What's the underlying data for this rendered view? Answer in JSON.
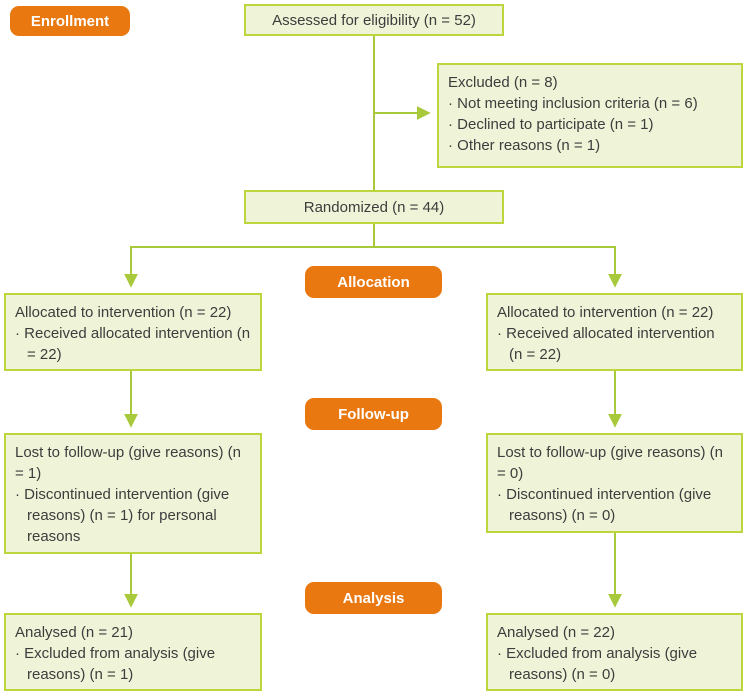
{
  "colors": {
    "phase_bg": "#e8780f",
    "phase_text": "#ffffff",
    "box_bg": "#eff4d8",
    "box_border": "#bdd63e",
    "arrow": "#a9c93d",
    "text": "#3d3d3d"
  },
  "phases": {
    "enrollment": "Enrollment",
    "allocation": "Allocation",
    "followup": "Follow-up",
    "analysis": "Analysis"
  },
  "boxes": {
    "assessed": {
      "text": "Assessed for eligibility (n = 52)"
    },
    "excluded": {
      "title": "Excluded (n = 8)",
      "items": [
        "· Not meeting inclusion criteria (n = 6)",
        "· Declined to participate (n = 1)",
        "· Other reasons (n = 1)"
      ]
    },
    "randomized": {
      "text": "Randomized (n = 44)"
    },
    "allocated_left": {
      "title": "Allocated to intervention (n = 22)",
      "items": [
        "· Received allocated intervention (n = 22)"
      ]
    },
    "allocated_right": {
      "title": "Allocated to intervention (n = 22)",
      "items": [
        "· Received allocated intervention (n = 22)"
      ]
    },
    "followup_left": {
      "title": "Lost to follow-up (give reasons) (n = 1)",
      "items": [
        "· Discontinued intervention (give reasons) (n = 1) for personal reasons"
      ]
    },
    "followup_right": {
      "title": "Lost to follow-up (give reasons) (n = 0)",
      "items": [
        "· Discontinued intervention (give reasons) (n = 0)"
      ]
    },
    "analysed_left": {
      "title": "Analysed (n = 21)",
      "items": [
        "· Excluded from analysis (give reasons) (n = 1)"
      ]
    },
    "analysed_right": {
      "title": "Analysed (n = 22)",
      "items": [
        "· Excluded from analysis (give reasons) (n = 0)"
      ]
    }
  }
}
